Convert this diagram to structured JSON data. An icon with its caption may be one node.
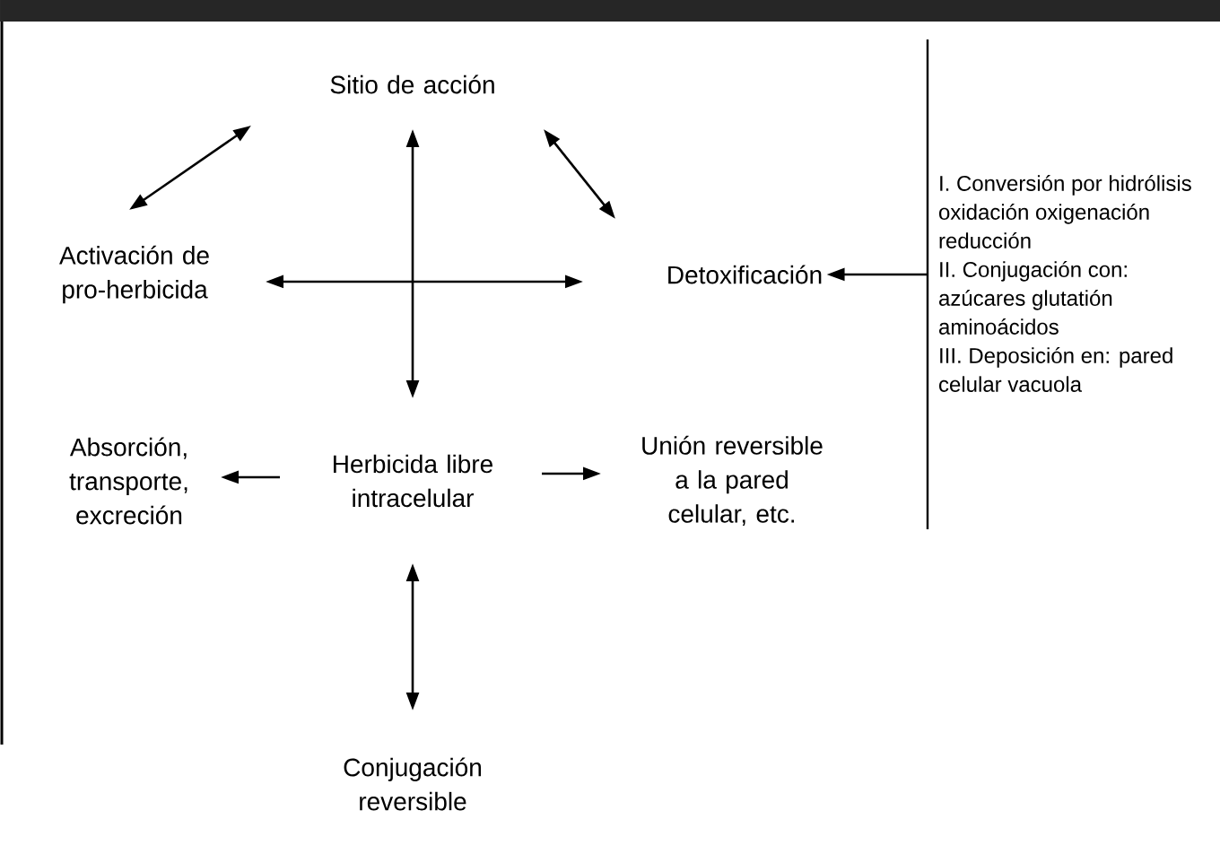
{
  "diagram": {
    "nodes": [
      {
        "text": [
          "Sitio de acción"
        ]
      },
      {
        "text": [
          "Activación de pro-herbicida"
        ]
      },
      {
        "text": [
          "Detoxificación"
        ]
      },
      {
        "text": [
          "Absorción, transporte, excreción"
        ]
      },
      {
        "text": [
          "Herbicida libre intracelular"
        ]
      },
      {
        "text": [
          "Unión reversible a la pared celular, etc."
        ]
      },
      {
        "text": [
          "Conjugación reversible"
        ]
      },
      {
        "text": [
          "I. Conversión por hidrólisis oxidación oxigenación reducción",
          "II. Conjugación con: azúcares glutatión aminoácidos",
          "III. Deposición en: pared celular vacuola"
        ]
      }
    ],
    "edges": [
      {
        "from": 0,
        "to": 1,
        "arrow": "both"
      },
      {
        "from": 0,
        "to": 2,
        "arrow": "both"
      },
      {
        "from": 4,
        "to": 0,
        "arrow": "both"
      },
      {
        "from": 1,
        "to": 2,
        "arrow": "both"
      },
      {
        "from": 4,
        "to": 3,
        "arrow": "to"
      },
      {
        "from": 4,
        "to": 5,
        "arrow": "to"
      },
      {
        "from": 4,
        "to": 6,
        "arrow": "both"
      },
      {
        "from": 7,
        "to": 2,
        "arrow": "to"
      }
    ]
  }
}
